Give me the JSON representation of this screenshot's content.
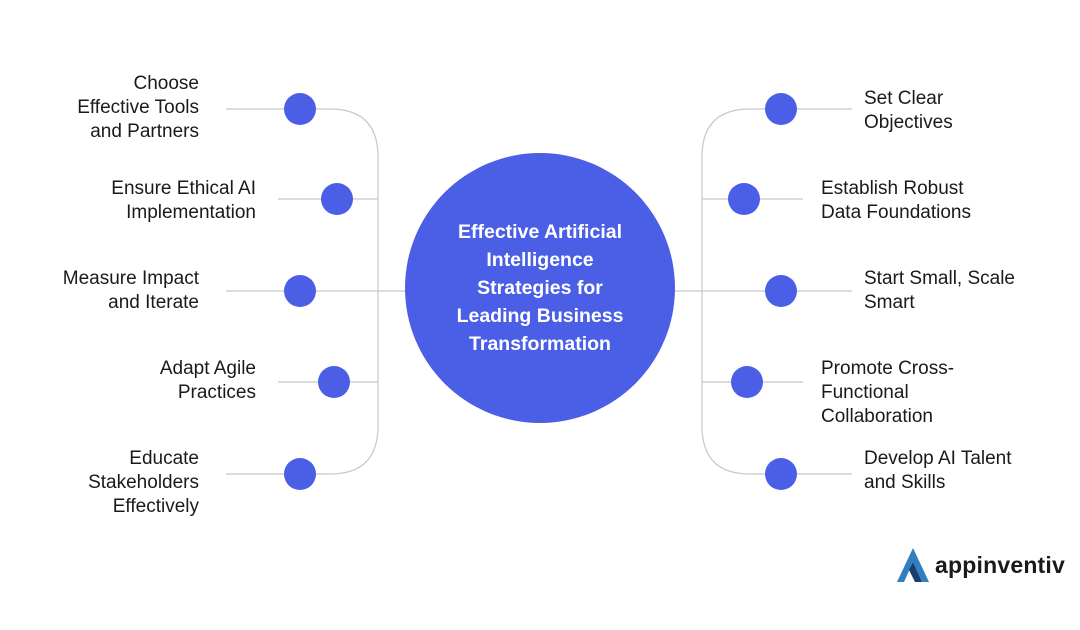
{
  "center": {
    "lines": [
      "Effective Artificial",
      "Intelligence",
      "Strategies for",
      "Leading Business",
      "Transformation"
    ]
  },
  "left_items": [
    {
      "lines": [
        "Choose",
        "Effective Tools",
        "and Partners"
      ]
    },
    {
      "lines": [
        "Ensure Ethical AI",
        "Implementation"
      ]
    },
    {
      "lines": [
        "Measure Impact",
        "and Iterate"
      ]
    },
    {
      "lines": [
        "Adapt Agile",
        "Practices"
      ]
    },
    {
      "lines": [
        "Educate",
        "Stakeholders",
        "Effectively"
      ]
    }
  ],
  "right_items": [
    {
      "lines": [
        "Set Clear",
        "Objectives"
      ]
    },
    {
      "lines": [
        "Establish Robust",
        "Data Foundations"
      ]
    },
    {
      "lines": [
        "Start Small, Scale",
        "Smart"
      ]
    },
    {
      "lines": [
        "Promote Cross-",
        "Functional",
        "Collaboration"
      ]
    },
    {
      "lines": [
        "Develop AI Talent",
        "and Skills"
      ]
    }
  ],
  "logo": {
    "text": "appinventiv",
    "icon": "appinventiv-logo-mark"
  },
  "colors": {
    "accent": "#4b5fe6",
    "line": "#c8c8c8",
    "text": "#1a1a1a",
    "logo_blue": "#2f7fc1",
    "logo_dark": "#1b3d6e"
  }
}
